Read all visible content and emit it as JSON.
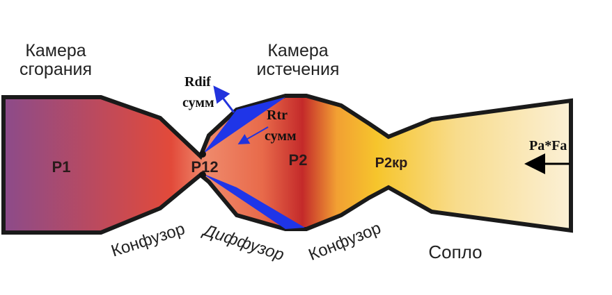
{
  "title_left": [
    "Камера",
    "сгорания"
  ],
  "title_mid": [
    "Камера",
    "истечения"
  ],
  "pressures": {
    "p1": "P1",
    "p12": "P12",
    "p2": "P2",
    "p2kr": "P2кр"
  },
  "force_labels": {
    "rdif": [
      "Rdif",
      "сумм"
    ],
    "rtr": [
      "Rtr",
      "сумм"
    ],
    "pafa": "Pa*Fa"
  },
  "section_labels": {
    "konfuzor1": "Конфузор",
    "diffuzor": "Диффузор",
    "konfuzor2": "Конфузор",
    "soplo": "Сопло"
  },
  "colors": {
    "outline": "#1a1a1a",
    "blue_fill": "#1f35e8",
    "arrow_blue": "#2233dd",
    "grad_start": "#8a4b8c",
    "grad_red": "#e24a3a",
    "grad_dark_red": "#c42a2a",
    "grad_orange": "#f2a033",
    "grad_yellow": "#f6c52c",
    "grad_end": "#fbf0d6"
  }
}
